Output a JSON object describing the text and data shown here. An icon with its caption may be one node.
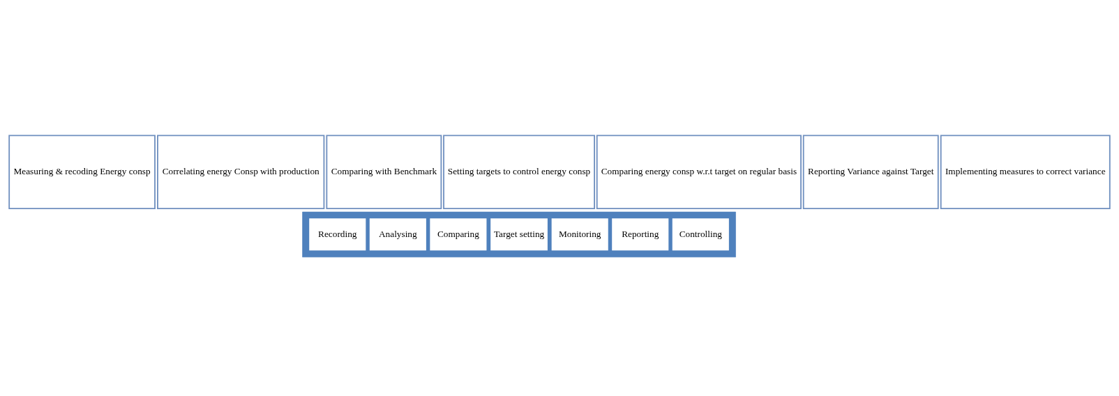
{
  "diagram": {
    "nodes": [
      {
        "text": [
          "Measuring & recoding Energy consp"
        ]
      },
      {
        "text": [
          "Correlating energy Consp with production"
        ]
      },
      {
        "text": [
          "Comparing with Benchmark"
        ]
      },
      {
        "text": [
          "Setting targets to control energy consp"
        ]
      },
      {
        "text": [
          "Comparing energy consp w.r.t target on regular basis"
        ]
      },
      {
        "text": [
          "Reporting Variance against Target"
        ]
      },
      {
        "text": [
          "Implementing measures to correct variance"
        ]
      },
      {
        "text": [],
        "shape": "bar"
      },
      {
        "text": [
          "Recording"
        ],
        "in": 7
      },
      {
        "text": [
          "Analysing"
        ],
        "in": 7
      },
      {
        "text": [
          "Comparing"
        ],
        "in": 7
      },
      {
        "text": [
          "Target setting"
        ],
        "in": 7
      },
      {
        "text": [
          "Monitoring"
        ],
        "in": 7
      },
      {
        "text": [
          "Reporting"
        ],
        "in": 7
      },
      {
        "text": [
          "Controlling"
        ],
        "in": 7
      }
    ]
  }
}
